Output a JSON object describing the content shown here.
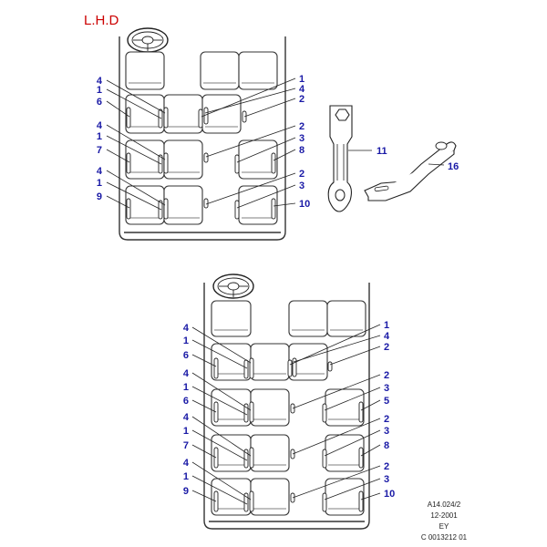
{
  "header": {
    "title": "L.H.D"
  },
  "top_diagram": {
    "left_callouts": [
      "4",
      "1",
      "6",
      "4",
      "1",
      "7",
      "4",
      "1",
      "9"
    ],
    "right_callouts": [
      "1",
      "4",
      "2",
      "2",
      "3",
      "8",
      "2",
      "3",
      "10"
    ]
  },
  "parts": {
    "bracket_label": "11",
    "plate_label": "16"
  },
  "bottom_diagram": {
    "left_callouts": [
      "4",
      "1",
      "6",
      "4",
      "1",
      "6",
      "4",
      "1",
      "7",
      "4",
      "1",
      "9"
    ],
    "right_callouts": [
      "1",
      "4",
      "2",
      "2",
      "3",
      "5",
      "2",
      "3",
      "8",
      "2",
      "3",
      "10"
    ]
  },
  "footer": {
    "ref": "A14.024/2",
    "date": "12-2001",
    "code": "EY",
    "catalog": "C 0013212 01"
  },
  "icons": [
    "steering-wheel-icon",
    "seat-icon",
    "buckle-icon"
  ],
  "colors": {
    "title": "#cc0000",
    "callout": "#1a1aa6",
    "line": "#222222"
  }
}
